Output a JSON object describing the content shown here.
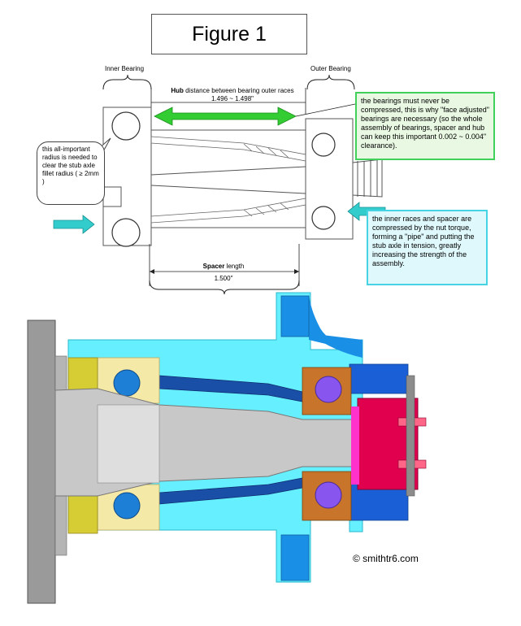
{
  "figure_title": "Figure 1",
  "labels": {
    "inner_bearing": "Inner Bearing",
    "outer_bearing": "Outer Bearing",
    "hub_bold": "Hub",
    "hub_rest": " distance between bearing outer races",
    "hub_range": "1.496 ~ 1.498\"",
    "spacer_bold": "Spacer",
    "spacer_rest": " length",
    "spacer_value": "1.500\""
  },
  "notes": {
    "bearings": "the bearings must never be compressed, this is why \"face adjusted\" bearings are necessary (so the whole assembly of bearings, spacer and hub can keep this important 0.002 ~ 0.004\" clearance).",
    "radius": "this all-important radius is needed to clear the stub axle fillet radius ( ≥ 2mm )",
    "inner_races": "the inner races and spacer are compressed by the nut torque, forming a \"pipe\" and putting the stub axle in tension, greatly increasing the strength of the assembly."
  },
  "copyright": "© smithtr6.com",
  "colors": {
    "green_arrow": "#33cc33",
    "cyan_arrow": "#33cccc",
    "hub_cyan": "#66f0ff",
    "hub_blue": "#1a8fe6",
    "spacer_blue": "#1a4fa8",
    "race_yellow": "#f5e9a8",
    "inner_ball": "#1e7fd6",
    "outer_ball": "#8855ee",
    "outer_race_brown": "#c8742a",
    "nut_red": "#e0004e",
    "seal_yellow": "#d6cc33",
    "shaft_grey": "#c8c8c8"
  }
}
